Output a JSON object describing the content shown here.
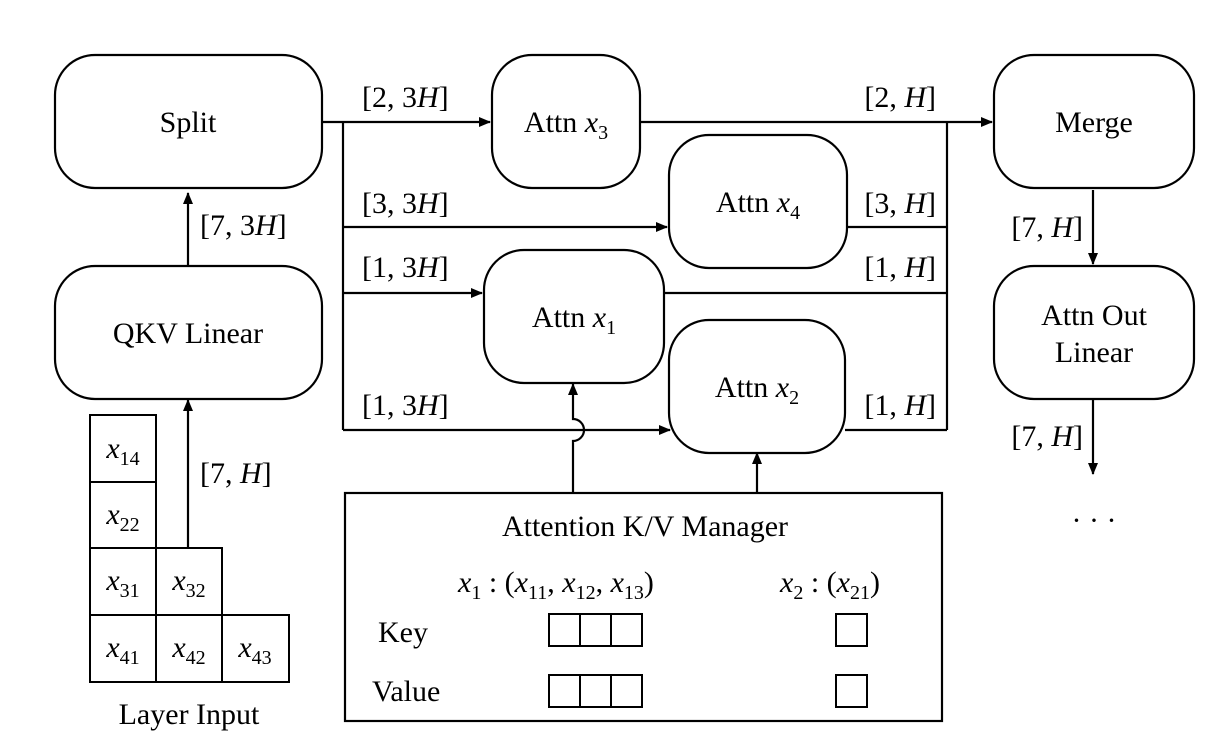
{
  "nodes": {
    "split": "Split",
    "qkv_linear": "QKV Linear",
    "attn_x3": "Attn x3",
    "attn_x4": "Attn x4",
    "attn_x1": "Attn x1",
    "attn_x2": "Attn x2",
    "merge": "Merge",
    "attn_out_linear": [
      "Attn Out",
      "Linear"
    ]
  },
  "edge_labels": {
    "qkv_to_split": "[7, 3H]",
    "input_to_qkv": "[7, H]",
    "split_to_x3": "[2, 3H]",
    "split_to_x4": "[3, 3H]",
    "split_to_x1": "[1, 3H]",
    "split_to_x2": "[1, 3H]",
    "x3_to_merge": "[2, H]",
    "x4_to_merge": "[3, H]",
    "x1_to_merge": "[1, H]",
    "x2_to_merge": "[1, H]",
    "merge_to_out": "[7, H]",
    "out_next": "[7, H]"
  },
  "ellipsis": "· · ·",
  "layer_input": {
    "caption": "Layer Input",
    "rows": [
      [
        "x14"
      ],
      [
        "x22"
      ],
      [
        "x31",
        "x32"
      ],
      [
        "x41",
        "x42",
        "x43"
      ]
    ]
  },
  "kv_manager": {
    "title": "Attention K/V Manager",
    "seq1": "x1 : (x11, x12, x13)",
    "seq2": "x2 : (x21)",
    "row_key": "Key",
    "row_value": "Value",
    "seq1_slots": 3,
    "seq2_slots": 1
  }
}
